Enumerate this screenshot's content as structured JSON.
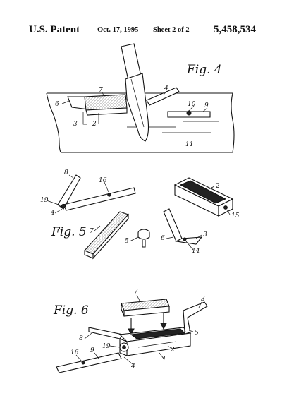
{
  "header": {
    "office": "U.S. Patent",
    "date": "Oct. 17, 1995",
    "sheet": "Sheet 2 of 2",
    "patent_number": "5,458,534"
  },
  "figures": {
    "fig4": {
      "label": "Fig. 4",
      "refs": {
        "r7": "7",
        "r4": "4",
        "r6": "6",
        "r3": "3",
        "r2": "2",
        "r10": "10",
        "r9": "9",
        "r11": "11"
      }
    },
    "fig5": {
      "label": "Fig. 5",
      "refs": {
        "r8": "8",
        "r16": "16",
        "r19": "19",
        "r4": "4",
        "r2": "2",
        "r15": "15",
        "r7": "7",
        "r5": "5",
        "r6": "6",
        "r3": "3",
        "r14": "14"
      }
    },
    "fig6": {
      "label": "Fig. 6",
      "refs": {
        "r7": "7",
        "r3": "3",
        "r5": "5",
        "r8": "8",
        "r19": "19",
        "r2": "2",
        "r16": "16",
        "r9": "9",
        "r4": "4",
        "r1": "1"
      }
    }
  }
}
